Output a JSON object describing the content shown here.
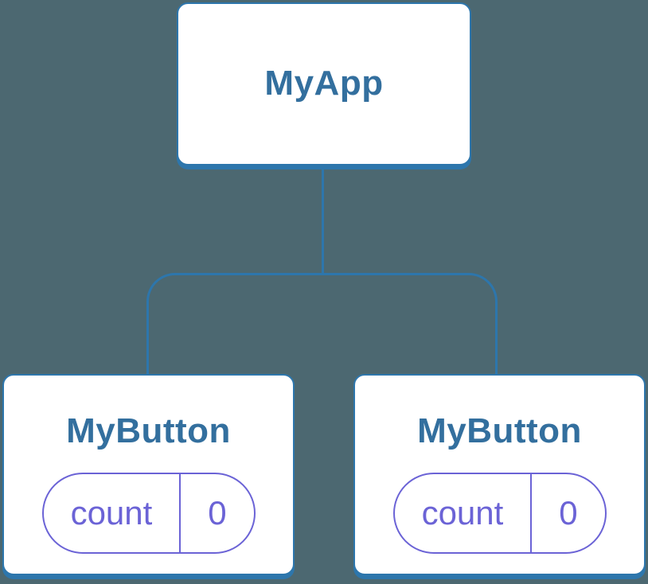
{
  "diagram": {
    "title": "component-tree",
    "colors": {
      "background": "#4c6871",
      "line_blue": "#2d76ac",
      "label_blue": "#336f9e",
      "state_purple": "#6b63d6",
      "card_background": "#ffffff"
    },
    "root": {
      "label": "MyApp"
    },
    "children": [
      {
        "label": "MyButton",
        "state": {
          "key": "count",
          "value": "0"
        }
      },
      {
        "label": "MyButton",
        "state": {
          "key": "count",
          "value": "0"
        }
      }
    ]
  }
}
